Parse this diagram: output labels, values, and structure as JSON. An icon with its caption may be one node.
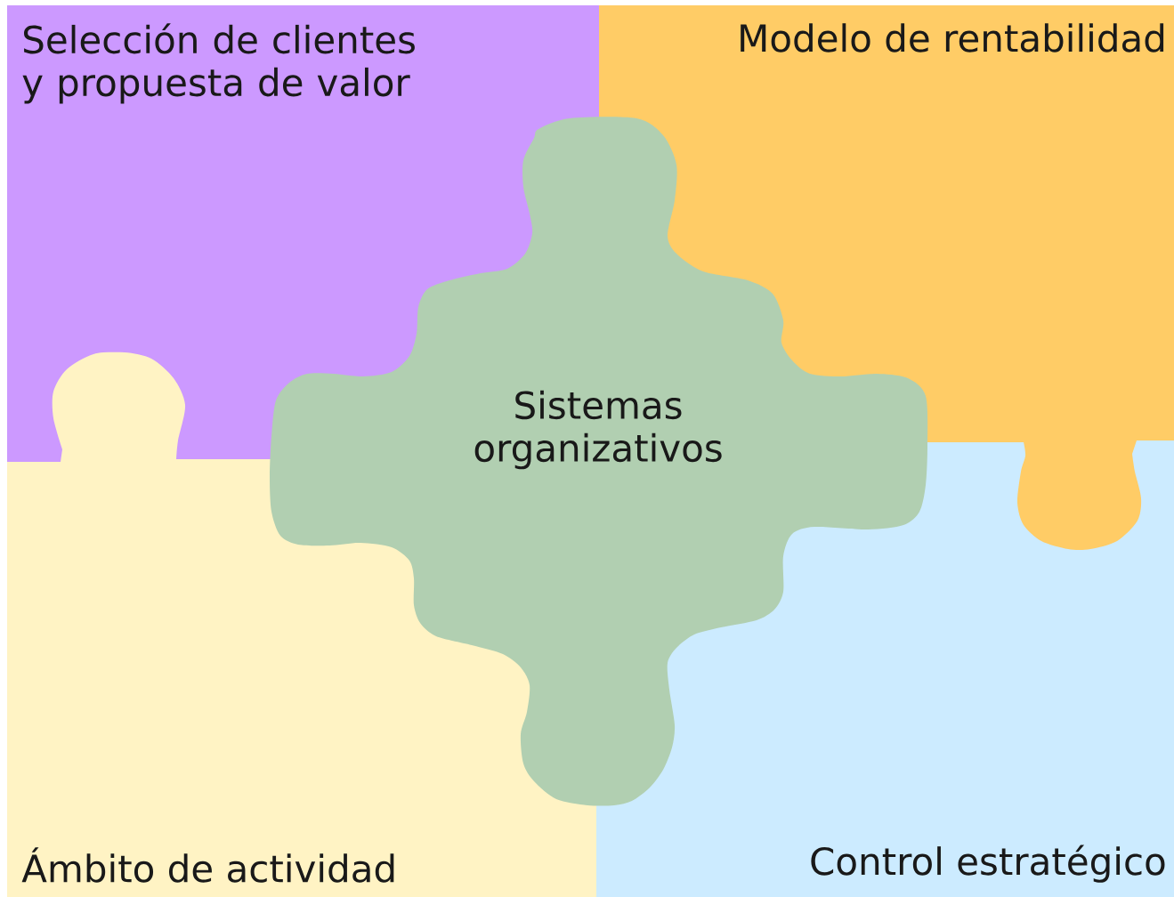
{
  "diagram": {
    "nodes": [
      {
        "text": [
          "Selección de clientes y propuesta de valor"
        ]
      },
      {
        "text": [
          "Modelo de rentabilidad"
        ]
      },
      {
        "text": [
          "Sistemas organizativos"
        ]
      },
      {
        "text": [
          "Ámbito de actividad"
        ]
      },
      {
        "text": [
          "Control estratégico"
        ]
      }
    ]
  }
}
